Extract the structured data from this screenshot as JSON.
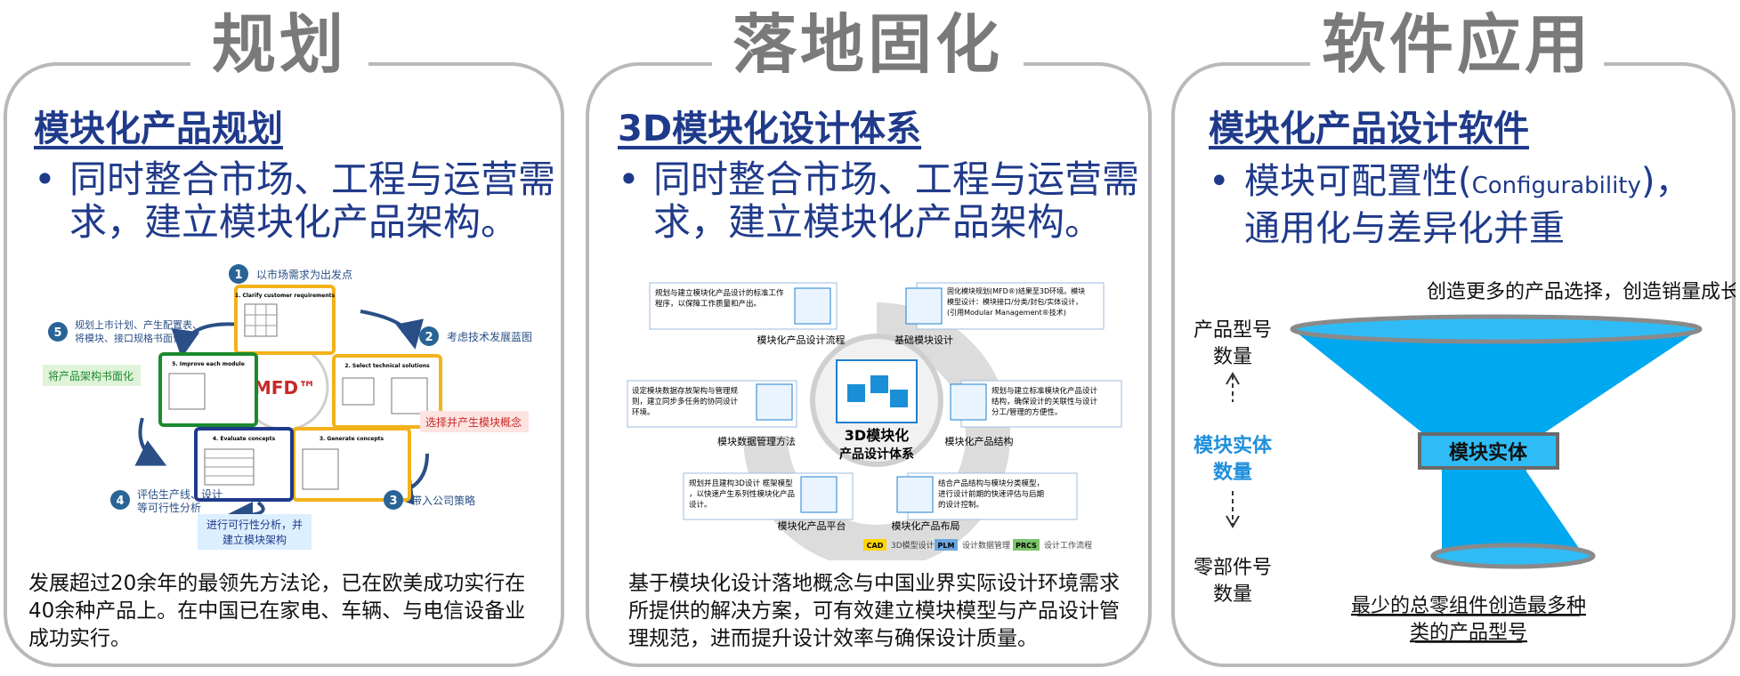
{
  "panel1": {
    "big_title": "规划",
    "sub_title": "模块化产品规划",
    "bullet_line1": "同时整合市场、工程与运营需",
    "bullet_line2": "求，建立模块化产品架构。",
    "center": "MFD™",
    "steps": [
      {
        "num": "1",
        "label": "以市场需求为出发点",
        "box_title": "1. Clarify customer requirements"
      },
      {
        "num": "2",
        "label": "考虑技术发展蓝图",
        "box_title": "2. Select technical solutions"
      },
      {
        "num": "3",
        "label": "带入公司策略",
        "box_title": "3. Generate concepts"
      },
      {
        "num": "4",
        "label_line1": "评估生产线、设计",
        "label_line2": "等可行性分析",
        "box_title": "4. Evaluate concepts"
      },
      {
        "num": "5",
        "label_line1": "规划上市计划、产生配置表、",
        "label_line2": "将模块、接口规格书面化",
        "box_title": "5. Improve each module"
      }
    ],
    "callout_left": "将产品架构书面化",
    "callout_right": "选择并产生模块概念",
    "callout_bottom_line1": "进行可行性分析，并",
    "callout_bottom_line2": "建立模块架构",
    "desc_line1": "发展超过20余年的最领先方法论，已在欧美成功实行在",
    "desc_line2": "40余种产品上。在中国已在家电、车辆、与电信设备业",
    "desc_line3": "成功实行。"
  },
  "panel2": {
    "big_title": "落地固化",
    "sub_title": "3D模块化设计体系",
    "bullet_line1": "同时整合市场、工程与运营需",
    "bullet_line2": "求，建立模块化产品架构。",
    "center_line1": "3D模块化",
    "center_line2": "产品设计体系",
    "nodes": [
      {
        "name": "模块化产品设计流程",
        "text_line1": "规划与建立模块化产品设计的标准工作",
        "text_line2": "程序，以保障工作质量和产出。"
      },
      {
        "name": "基础模块设计",
        "text_line1": "固化模块规划(MFD®)结果至3D环境。模块",
        "text_line2": "模型设计：模块接口/分类/封包/实体设计，",
        "text_line3": "(引用Modular Management®技术)"
      },
      {
        "name": "模块数据管理方法",
        "text_line1": "设定模块数据存放架构与管理规",
        "text_line2": "则，建立同步多任务的协同设计",
        "text_line3": "环境。"
      },
      {
        "name": "模块化产品结构",
        "text_line1": "规划与建立标准模块化产品设计",
        "text_line2": "结构，确保设计的关联性与设计",
        "text_line3": "分工/管理的方便性。"
      },
      {
        "name": "模块化产品平台",
        "text_line1": "规划并且建构3D设计 框架模型",
        "text_line2": "，以快速产生系列性模块化产品",
        "text_line3": "设计。"
      },
      {
        "name": "模块化产品布局",
        "text_line1": "结合产品结构与模块分类模型，",
        "text_line2": "进行设计前期的快速评估与后期",
        "text_line3": "的设计控制。"
      }
    ],
    "tags": {
      "cad": "CAD",
      "plm": "PLM",
      "prcs": "PRCS"
    },
    "legend": {
      "cad_desc": "3D模型设计",
      "plm_desc": "设计数据管理",
      "prcs_desc": "设计工作流程"
    },
    "desc_line1": "基于模块化设计落地概念与中国业界实际设计环境需求",
    "desc_line2": "所提供的解决方案，可有效建立模块模型与产品设计管",
    "desc_line3": "理规范，进而提升设计效率与确保设计质量。"
  },
  "panel3": {
    "big_title": "软件应用",
    "sub_title": "模块化产品设计软件",
    "bullet_line1_a": "模块可配置性(",
    "bullet_line1_b": "Configurability",
    "bullet_line1_c": ")，",
    "bullet_line2": "通用化与差异化并重",
    "funnel_top_text": "创造更多的产品选择，创造销量成长。",
    "label_top_line1": "产品型号",
    "label_top_line2": "数量",
    "label_mid_line1": "模块实体",
    "label_mid_line2": "数量",
    "label_bottom_line1": "零部件号",
    "label_bottom_line2": "数量",
    "funnel_center": "模块实体",
    "bottom_line1": "最少的总零组件创造最多种",
    "bottom_line2": "类的产品型号"
  },
  "colors": {
    "title_gray": "#7a7a7a",
    "navy": "#1f3a8a",
    "funnel_blue": "#00a8f0",
    "panel_border": "#b9b9b9"
  }
}
